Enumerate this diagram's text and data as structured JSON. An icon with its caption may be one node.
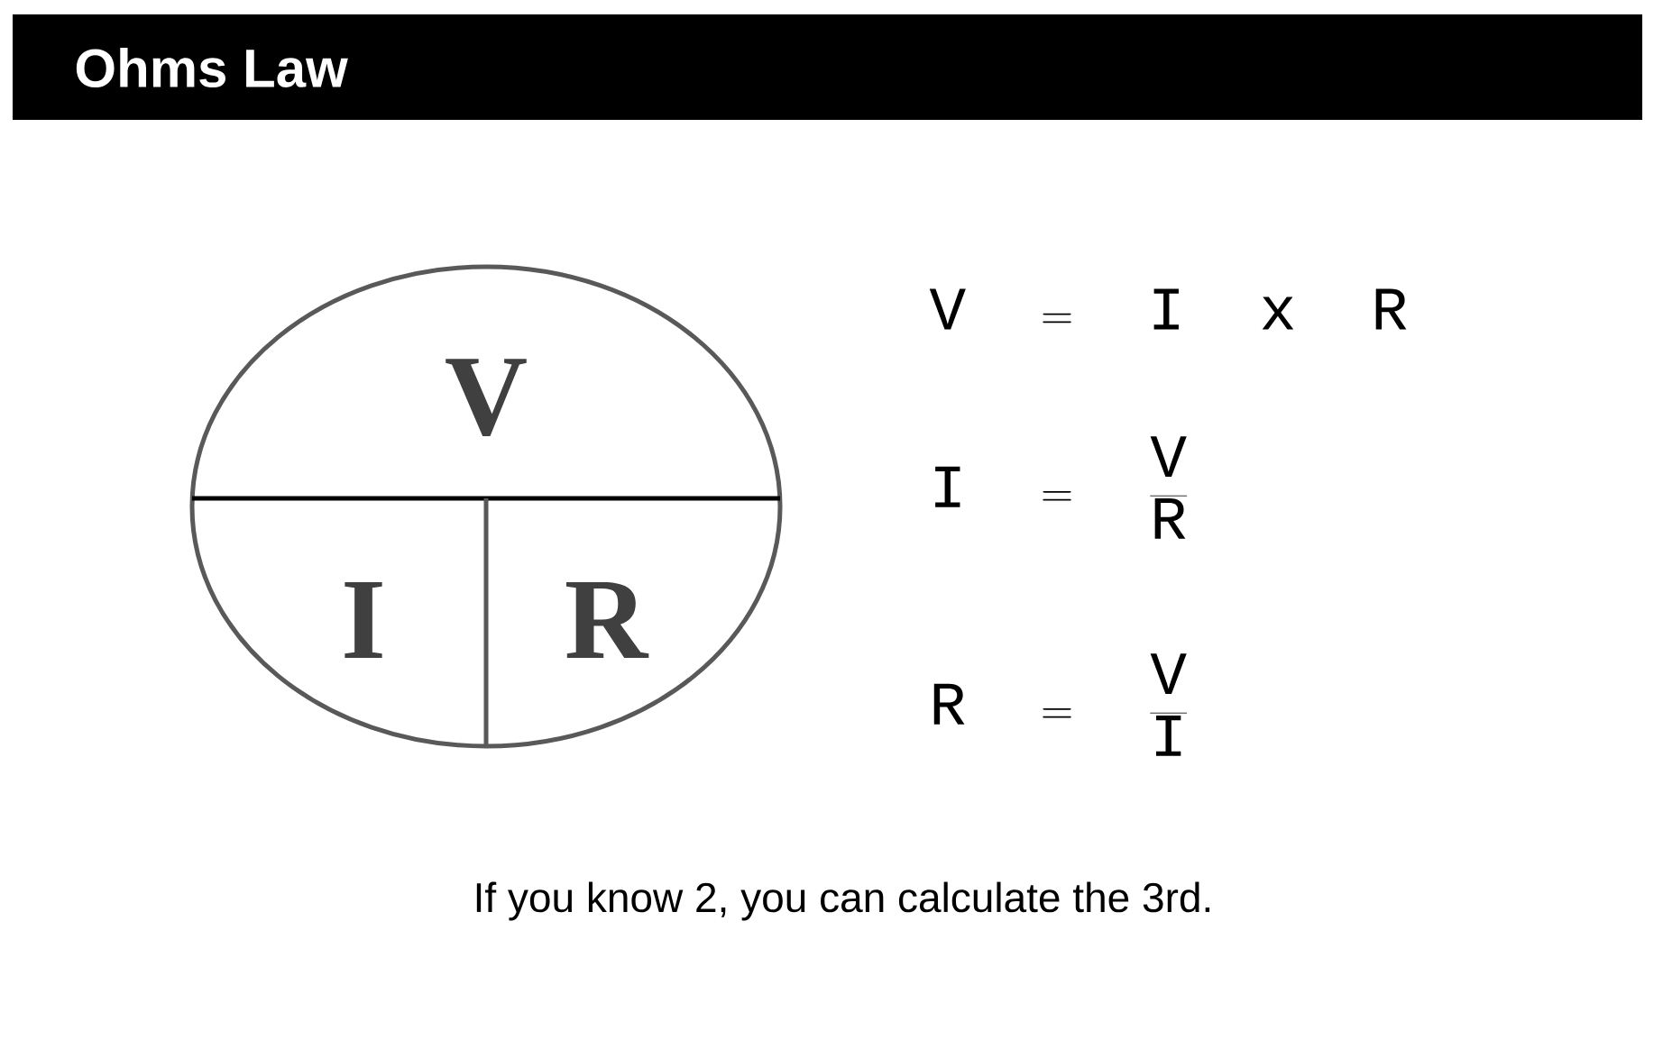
{
  "diagram": {
    "title": "Ohms Law",
    "caption": "If you know 2, you can calculate the 3rd.",
    "labels": [
      "V",
      "I",
      "R",
      "\\mathtt{V} = \\mathtt{I} \\mathbin{\\mathtt{x}} \\mathtt{R}",
      "\\mathtt{I} = \\frac{\\mathtt{V}}{\\mathtt{R}}",
      "\\mathtt{R} = \\frac{\\mathtt{V}}{\\mathtt{I}}"
    ]
  }
}
